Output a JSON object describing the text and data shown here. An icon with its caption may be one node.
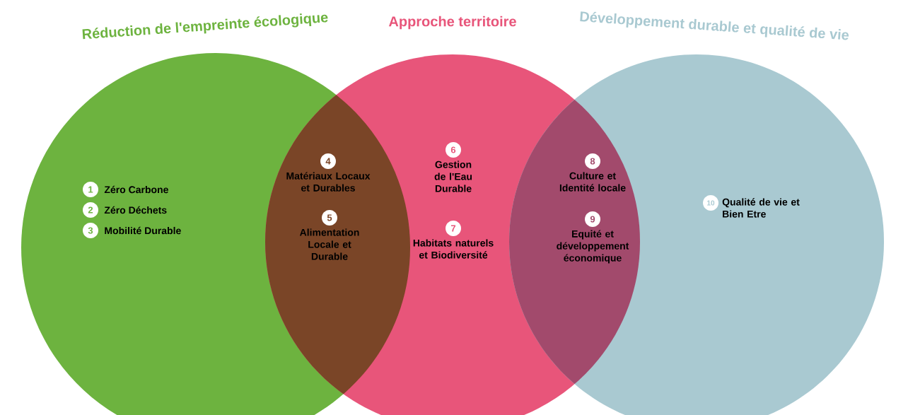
{
  "diagram": {
    "nodes": [
      {
        "text": [
          "Réduction de l'empreinte écologique"
        ]
      },
      {
        "text": [
          "Approche territoire"
        ]
      },
      {
        "text": [
          "Développement durable et qualité de vie"
        ]
      },
      {
        "text": [
          "1"
        ],
        "beside": [
          "Zéro Carbone"
        ],
        "in": 0
      },
      {
        "text": [
          "2"
        ],
        "beside": [
          "Zéro Déchets"
        ],
        "in": 0
      },
      {
        "text": [
          "3"
        ],
        "beside": [
          "Mobilité Durable"
        ],
        "in": 0
      },
      {
        "text": [
          "4"
        ],
        "beside": [
          "Matériaux Locaux et Durables"
        ]
      },
      {
        "text": [
          "5"
        ],
        "beside": [
          "Alimentation Locale et Durable"
        ]
      },
      {
        "text": [
          "6"
        ],
        "beside": [
          "Gestion de l'Eau Durable"
        ],
        "in": 1
      },
      {
        "text": [
          "7"
        ],
        "beside": [
          "Habitats naturels et Biodiversité"
        ],
        "in": 1
      },
      {
        "text": [
          "8"
        ],
        "beside": [
          "Culture et Identité locale"
        ]
      },
      {
        "text": [
          "9"
        ],
        "beside": [
          "Equité et développement économique"
        ]
      },
      {
        "text": [
          "10"
        ],
        "beside": [
          "Qualité de vie et Bien Etre"
        ],
        "in": 2
      }
    ]
  }
}
